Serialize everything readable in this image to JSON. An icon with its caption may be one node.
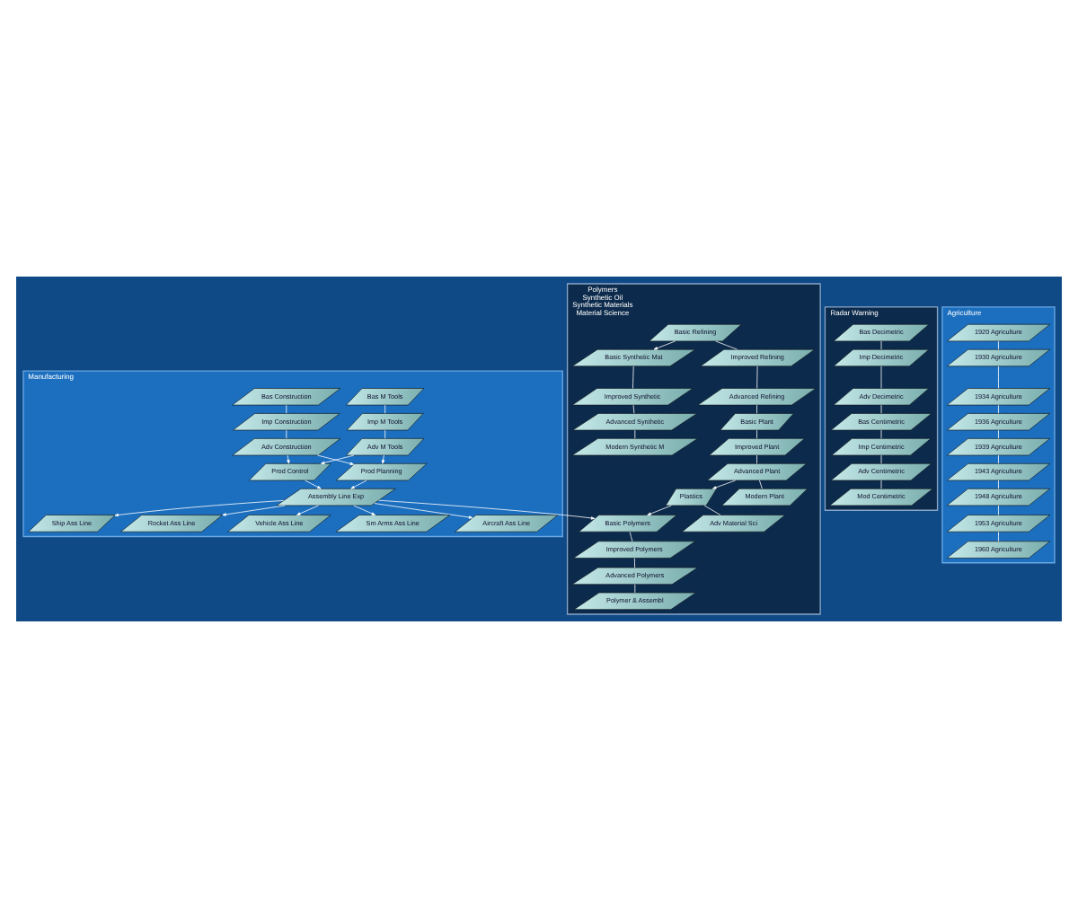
{
  "diagram": {
    "nodes": [
      {
        "text": [
          "Manufacturing"
        ]
      },
      {
        "text": [
          "Bas M Tools"
        ],
        "in": 0
      },
      {
        "text": [
          "Bas Construction"
        ],
        "in": 0
      },
      {
        "text": [
          "Imp M Tools"
        ],
        "in": 0
      },
      {
        "text": [
          "Imp Construction"
        ],
        "in": 0
      },
      {
        "text": [
          "Adv M Tools"
        ],
        "in": 0
      },
      {
        "text": [
          "Adv Construction"
        ],
        "in": 0
      },
      {
        "text": [
          "Prod Control"
        ],
        "in": 0
      },
      {
        "text": [
          "Prod Planning"
        ],
        "in": 0
      },
      {
        "text": [
          "Assembly Line Exp"
        ],
        "in": 0
      },
      {
        "text": [
          "Aircraft Ass Line"
        ],
        "in": 0
      },
      {
        "text": [
          "Ship Ass Line"
        ],
        "in": 0
      },
      {
        "text": [
          "Rocket Ass Line"
        ],
        "in": 0
      },
      {
        "text": [
          "Vehicle Ass Line"
        ],
        "in": 0
      },
      {
        "text": [
          "Sm Arms Ass Line"
        ],
        "in": 0
      },
      {
        "text": [
          "Radar Warning"
        ]
      },
      {
        "text": [
          "Bas Decimetric"
        ],
        "in": 15
      },
      {
        "text": [
          "Imp Decimetric"
        ],
        "in": 15
      },
      {
        "text": [
          "Adv Decimetric"
        ],
        "in": 15
      },
      {
        "text": [
          "Bas Centimetric"
        ],
        "in": 15
      },
      {
        "text": [
          "Imp Centimetric"
        ],
        "in": 15
      },
      {
        "text": [
          "Adv Centimetric"
        ],
        "in": 15
      },
      {
        "text": [
          "Mod Centimetric"
        ],
        "in": 15
      },
      {
        "text": [
          "Agriculture"
        ]
      },
      {
        "text": [
          "1920 Agriculture"
        ],
        "in": 23
      },
      {
        "text": [
          "1930 Agriculture"
        ],
        "in": 23
      },
      {
        "text": [
          "1934 Agriculture"
        ],
        "in": 23
      },
      {
        "text": [
          "1936 Agriculture"
        ],
        "in": 23
      },
      {
        "text": [
          "1939 Agriculture"
        ],
        "in": 23
      },
      {
        "text": [
          "1943 Agriculture"
        ],
        "in": 23
      },
      {
        "text": [
          "1948 Agriculture"
        ],
        "in": 23
      },
      {
        "text": [
          "1953 Agriculture"
        ],
        "in": 23
      },
      {
        "text": [
          "1960 Agriculture"
        ],
        "in": 23
      },
      {
        "text": [
          "Polymers",
          "Synthetic Oil",
          "Synthetic Materials",
          "Material Science"
        ]
      },
      {
        "text": [
          "Basic Polymers"
        ],
        "in": 33
      },
      {
        "text": [
          "Basic Refining"
        ],
        "in": 33
      },
      {
        "text": [
          "Basic Synthetic Mat"
        ],
        "in": 33
      },
      {
        "text": [
          "Improved Polymers"
        ],
        "in": 33
      },
      {
        "text": [
          "Improved Refining"
        ],
        "in": 33
      },
      {
        "text": [
          "Improved Synthetic"
        ],
        "in": 33
      },
      {
        "text": [
          "Advanced Polymers"
        ],
        "in": 33
      },
      {
        "text": [
          "Advanced Refining"
        ],
        "in": 33
      },
      {
        "text": [
          "Advanced Synthetic"
        ],
        "in": 33
      },
      {
        "text": [
          "Polymer & Assembl"
        ],
        "in": 33
      },
      {
        "text": [
          "Basic Plant"
        ],
        "in": 33
      },
      {
        "text": [
          "Modern Synthetic M"
        ],
        "in": 33
      },
      {
        "text": [
          "Improved Plant"
        ],
        "in": 33
      },
      {
        "text": [
          "Plastics"
        ],
        "in": 33
      },
      {
        "text": [
          "Advanced Plant"
        ],
        "in": 33
      },
      {
        "text": [
          "Adv Material Sci"
        ],
        "in": 33
      },
      {
        "text": [
          "Modern Plant"
        ],
        "in": 33
      }
    ],
    "edges": [
      {
        "from": 1,
        "to": 3,
        "arrow": "none"
      },
      {
        "from": 3,
        "to": 5,
        "arrow": "none"
      },
      {
        "from": 2,
        "to": 4,
        "arrow": "none"
      },
      {
        "from": 4,
        "to": 6,
        "arrow": "none"
      },
      {
        "from": 5,
        "to": 7,
        "arrow": "to"
      },
      {
        "from": 5,
        "to": 8,
        "arrow": "to"
      },
      {
        "from": 6,
        "to": 7,
        "arrow": "to"
      },
      {
        "from": 6,
        "to": 8,
        "arrow": "to"
      },
      {
        "from": 7,
        "to": 9,
        "arrow": "to"
      },
      {
        "from": 8,
        "to": 9,
        "arrow": "to"
      },
      {
        "from": 9,
        "to": 10,
        "arrow": "to"
      },
      {
        "from": 9,
        "to": 11,
        "arrow": "to"
      },
      {
        "from": 9,
        "to": 12,
        "arrow": "to"
      },
      {
        "from": 9,
        "to": 13,
        "arrow": "to"
      },
      {
        "from": 9,
        "to": 14,
        "arrow": "to"
      },
      {
        "from": 9,
        "to": 34,
        "arrow": "to"
      },
      {
        "from": 16,
        "to": 17,
        "arrow": "none"
      },
      {
        "from": 17,
        "to": 18,
        "arrow": "none"
      },
      {
        "from": 18,
        "to": 19,
        "arrow": "none"
      },
      {
        "from": 19,
        "to": 20,
        "arrow": "none"
      },
      {
        "from": 20,
        "to": 21,
        "arrow": "none"
      },
      {
        "from": 21,
        "to": 22,
        "arrow": "none"
      },
      {
        "from": 24,
        "to": 25,
        "arrow": "none"
      },
      {
        "from": 25,
        "to": 26,
        "arrow": "none"
      },
      {
        "from": 26,
        "to": 27,
        "arrow": "none"
      },
      {
        "from": 27,
        "to": 28,
        "arrow": "none"
      },
      {
        "from": 28,
        "to": 29,
        "arrow": "none"
      },
      {
        "from": 29,
        "to": 30,
        "arrow": "none"
      },
      {
        "from": 30,
        "to": 31,
        "arrow": "none"
      },
      {
        "from": 31,
        "to": 32,
        "arrow": "none"
      },
      {
        "from": 34,
        "to": 37,
        "arrow": "none"
      },
      {
        "from": 37,
        "to": 40,
        "arrow": "none"
      },
      {
        "from": 40,
        "to": 43,
        "arrow": "none"
      },
      {
        "from": 35,
        "to": 38,
        "arrow": "none"
      },
      {
        "from": 38,
        "to": 41,
        "arrow": "none"
      },
      {
        "from": 41,
        "to": 44,
        "arrow": "none"
      },
      {
        "from": 44,
        "to": 46,
        "arrow": "none"
      },
      {
        "from": 46,
        "to": 48,
        "arrow": "none"
      },
      {
        "from": 48,
        "to": 50,
        "arrow": "none"
      },
      {
        "from": 36,
        "to": 39,
        "arrow": "none"
      },
      {
        "from": 39,
        "to": 42,
        "arrow": "none"
      },
      {
        "from": 42,
        "to": 45,
        "arrow": "none"
      },
      {
        "from": 47,
        "to": 49,
        "arrow": "none"
      },
      {
        "from": 35,
        "to": 36,
        "arrow": "to"
      },
      {
        "from": 48,
        "to": 47,
        "arrow": "to"
      },
      {
        "from": 47,
        "to": 34,
        "arrow": "to"
      }
    ]
  }
}
